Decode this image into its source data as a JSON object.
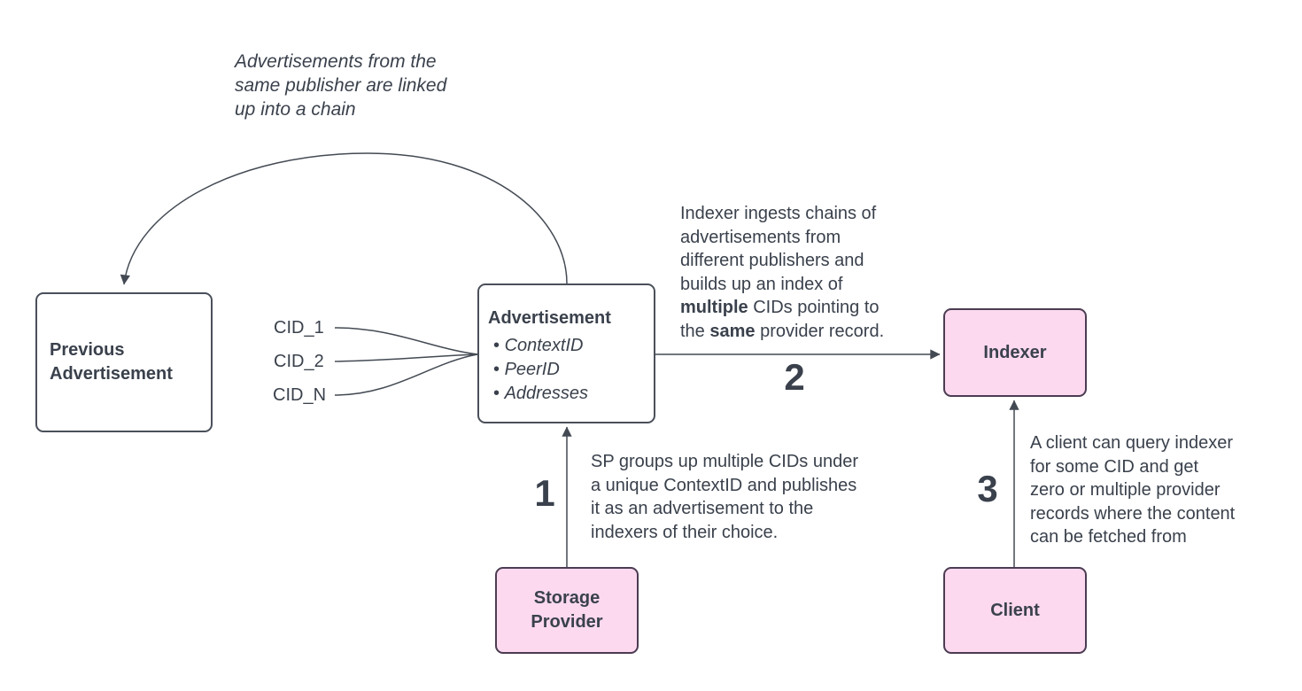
{
  "colors": {
    "ink": "#3a414c",
    "line": "#434a53",
    "pink": "#fcd9ef",
    "box_border": "#4a505a",
    "pink_border": "#4b3c52"
  },
  "notes": {
    "chain": "Advertisements from the\nsame publisher are linked\nup into a chain"
  },
  "boxes": {
    "previous": {
      "label": "Previous\nAdvertisement"
    },
    "advertisement": {
      "title": "Advertisement",
      "fields": [
        "ContextID",
        "PeerID",
        "Addresses"
      ]
    },
    "indexer": {
      "label": "Indexer"
    },
    "storage_provider": {
      "label": "Storage\nProvider"
    },
    "client": {
      "label": "Client"
    }
  },
  "cids": [
    "CID_1",
    "CID_2",
    "CID_N"
  ],
  "steps": {
    "one": {
      "number": "1",
      "text": "SP groups up multiple CIDs under\na unique ContextID and publishes\nit as an advertisement to the\nindexers of their choice."
    },
    "two": {
      "number": "2",
      "text_rich": [
        {
          "text": "Indexer ingests chains of\nadvertisements from\ndifferent publishers and\nbuilds up an index of\n"
        },
        {
          "text": "multiple",
          "bold": true
        },
        {
          "text": " CIDs pointing to\nthe "
        },
        {
          "text": "same",
          "bold": true
        },
        {
          "text": " provider record."
        }
      ]
    },
    "three": {
      "number": "3",
      "text": "A client can query indexer\nfor some CID and get\nzero or multiple provider\nrecords where the content\ncan be fetched from"
    }
  }
}
